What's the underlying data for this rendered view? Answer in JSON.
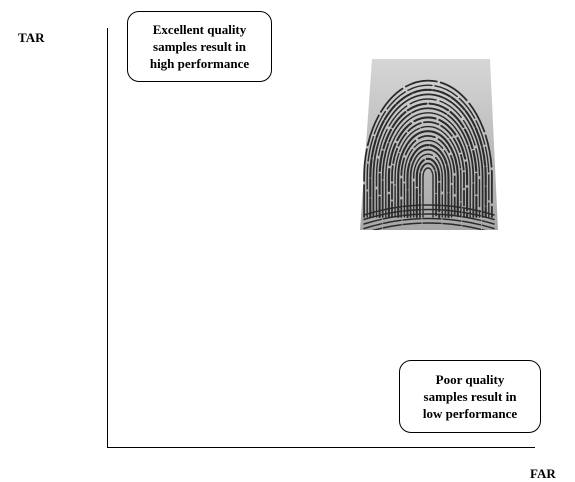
{
  "axes": {
    "y_label": "TAR",
    "x_label": "FAR"
  },
  "callouts": {
    "top_line_1": "Excellent quality",
    "top_line_2": "samples result in",
    "top_line_3": "high performance",
    "bottom_line_1": "Poor quality",
    "bottom_line_2": "samples result in",
    "bottom_line_3": "low performance"
  },
  "colors": {
    "background": "#ffffff",
    "ink": "#000000",
    "fingerprint_ridge": "#2a2a2a",
    "fingerprint_paper": "#b9b9b9"
  }
}
